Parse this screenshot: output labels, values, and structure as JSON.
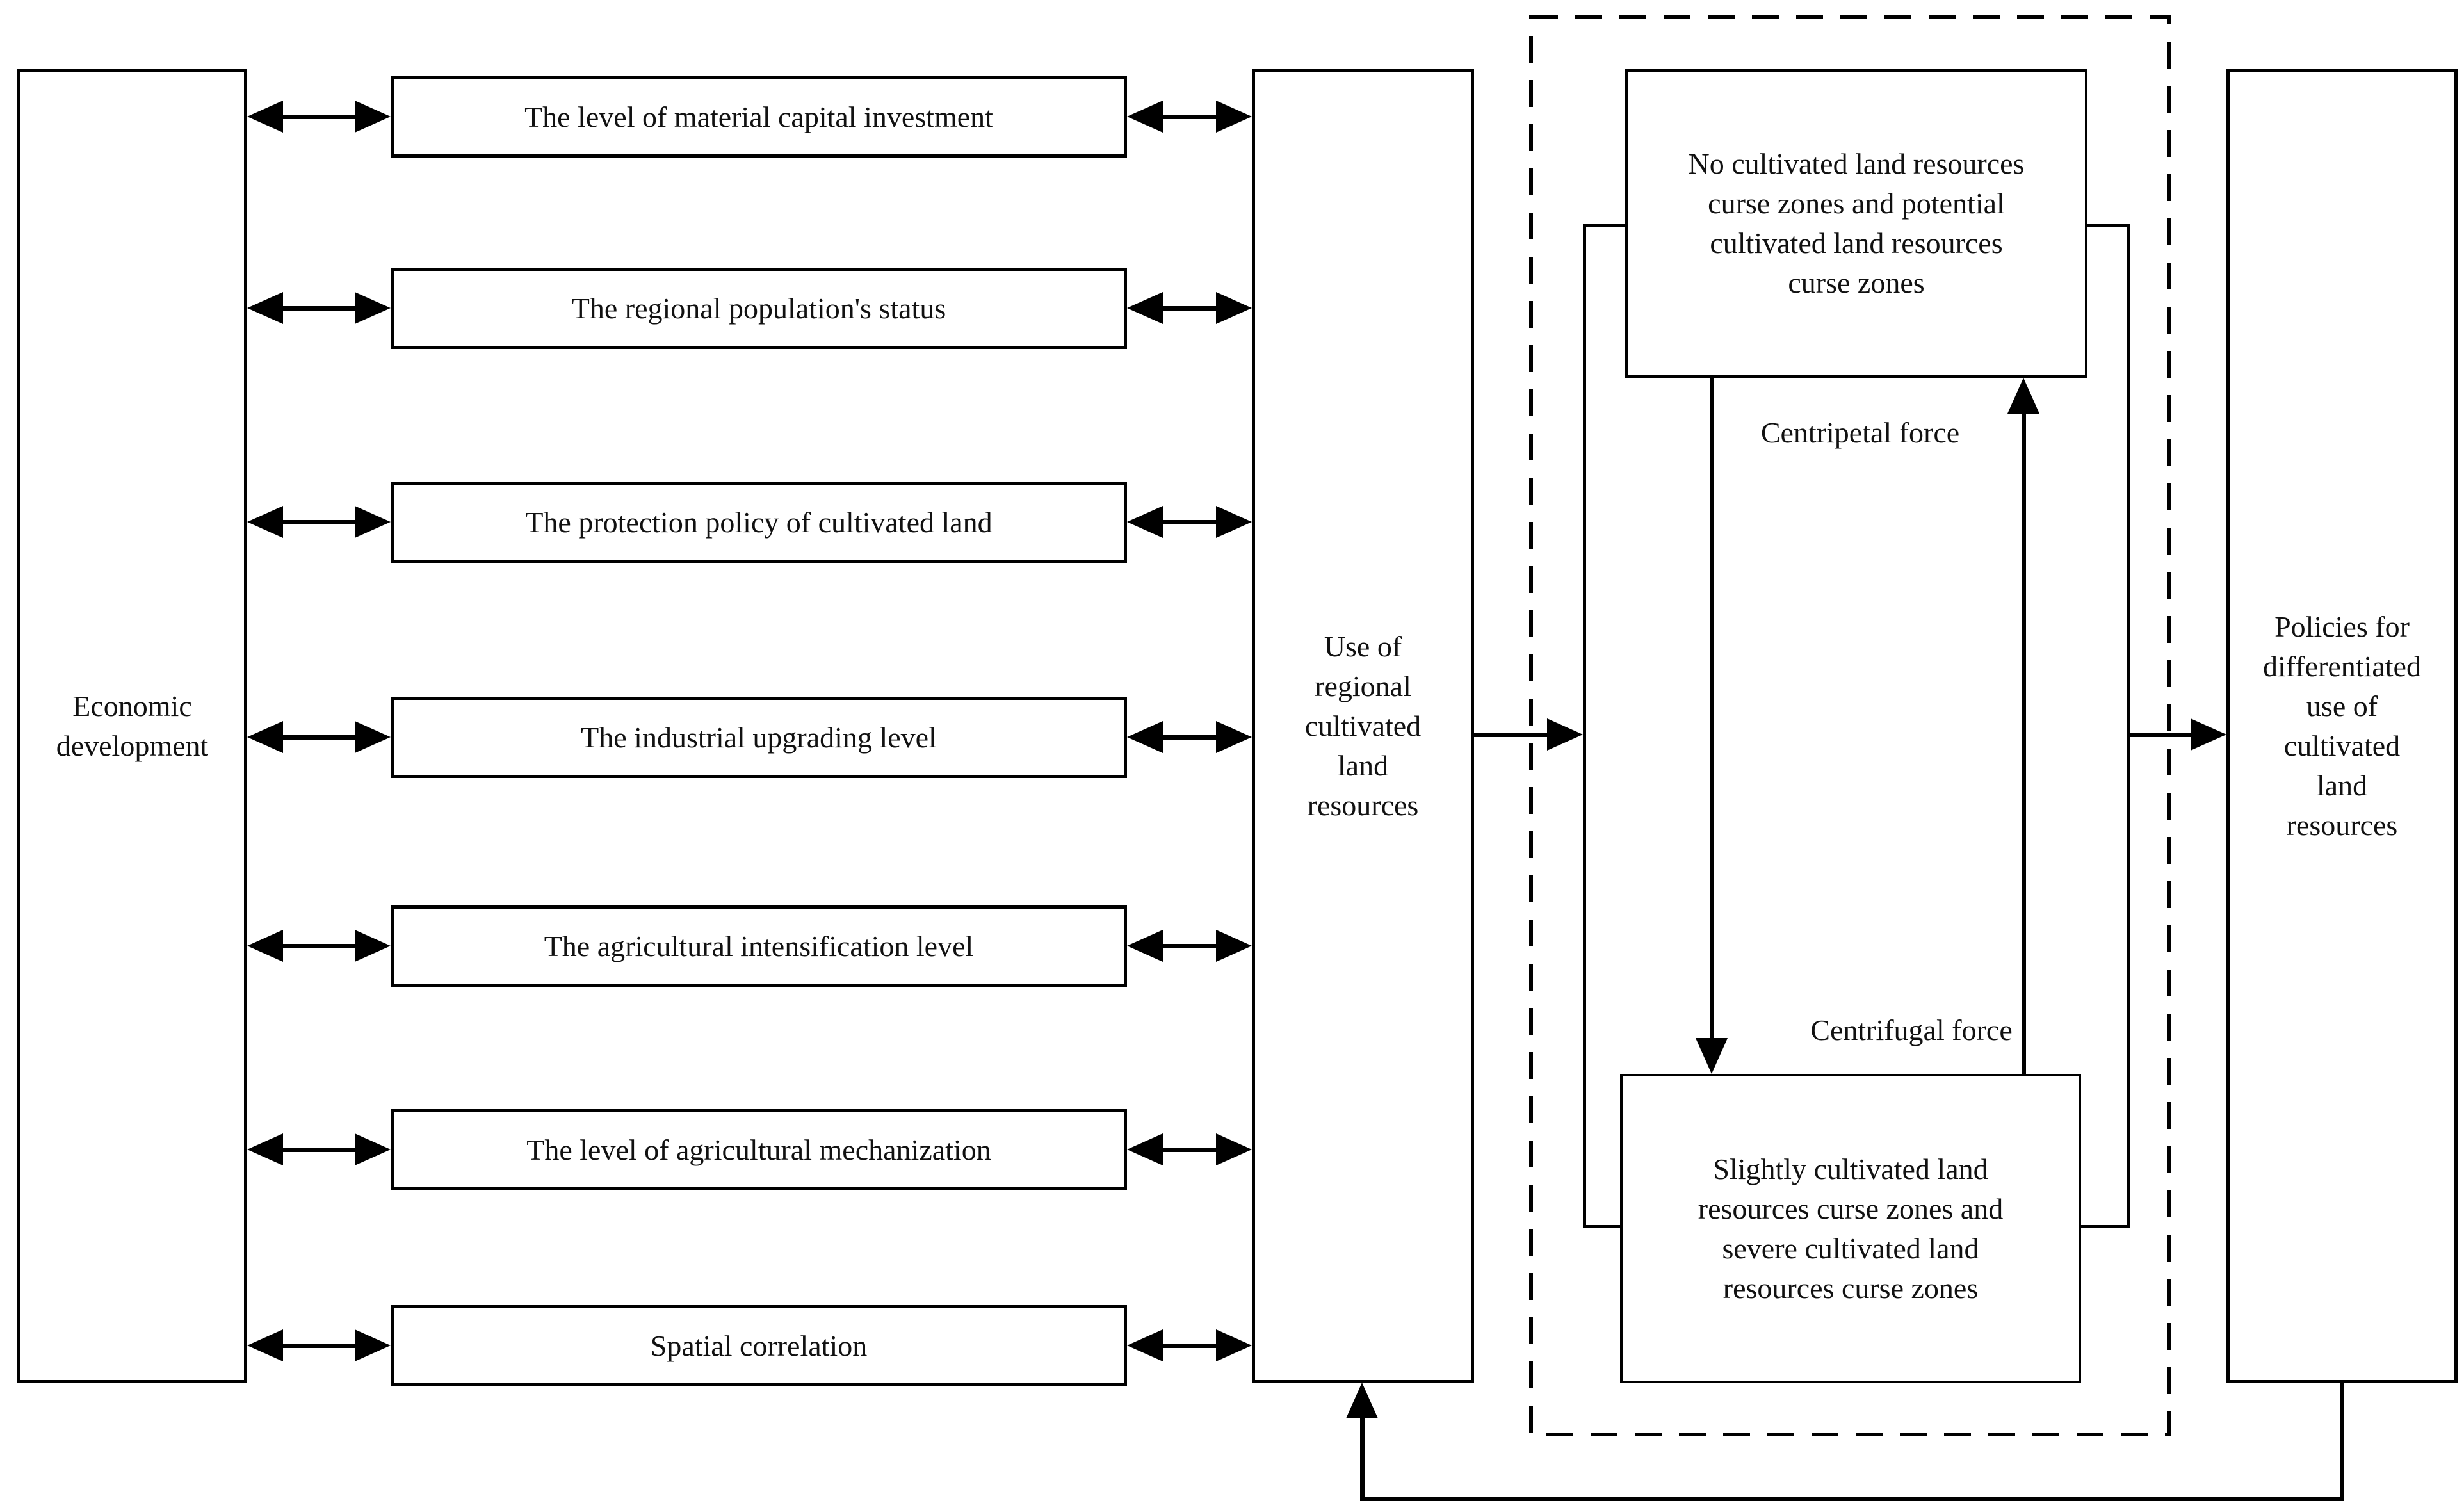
{
  "diagram": {
    "left_box": {
      "label": "Economic\ndevelopment"
    },
    "factors": [
      {
        "label": "The level of material capital investment"
      },
      {
        "label": "The regional population's status"
      },
      {
        "label": "The protection policy of cultivated land"
      },
      {
        "label": "The industrial upgrading level"
      },
      {
        "label": "The agricultural intensification level"
      },
      {
        "label": "The level of agricultural mechanization"
      },
      {
        "label": "Spatial correlation"
      }
    ],
    "use_box": {
      "label": "Use of\nregional\ncultivated\nland\nresources"
    },
    "curse_zone_group": {
      "no_curse_box": {
        "label": "No cultivated land resources\ncurse zones and potential\ncultivated land resources\ncurse zones"
      },
      "centripetal_label": "Centripetal force",
      "centrifugal_label": "Centrifugal force",
      "severe_curse_box": {
        "label": "Slightly cultivated land\nresources curse zones and\nsevere cultivated land\nresources curse zones"
      }
    },
    "policies_box": {
      "label": "Policies for\ndifferentiated\nuse of\ncultivated\nland\nresources"
    },
    "colors": {
      "line": "#000000",
      "background": "#ffffff",
      "text": "#111111"
    }
  }
}
